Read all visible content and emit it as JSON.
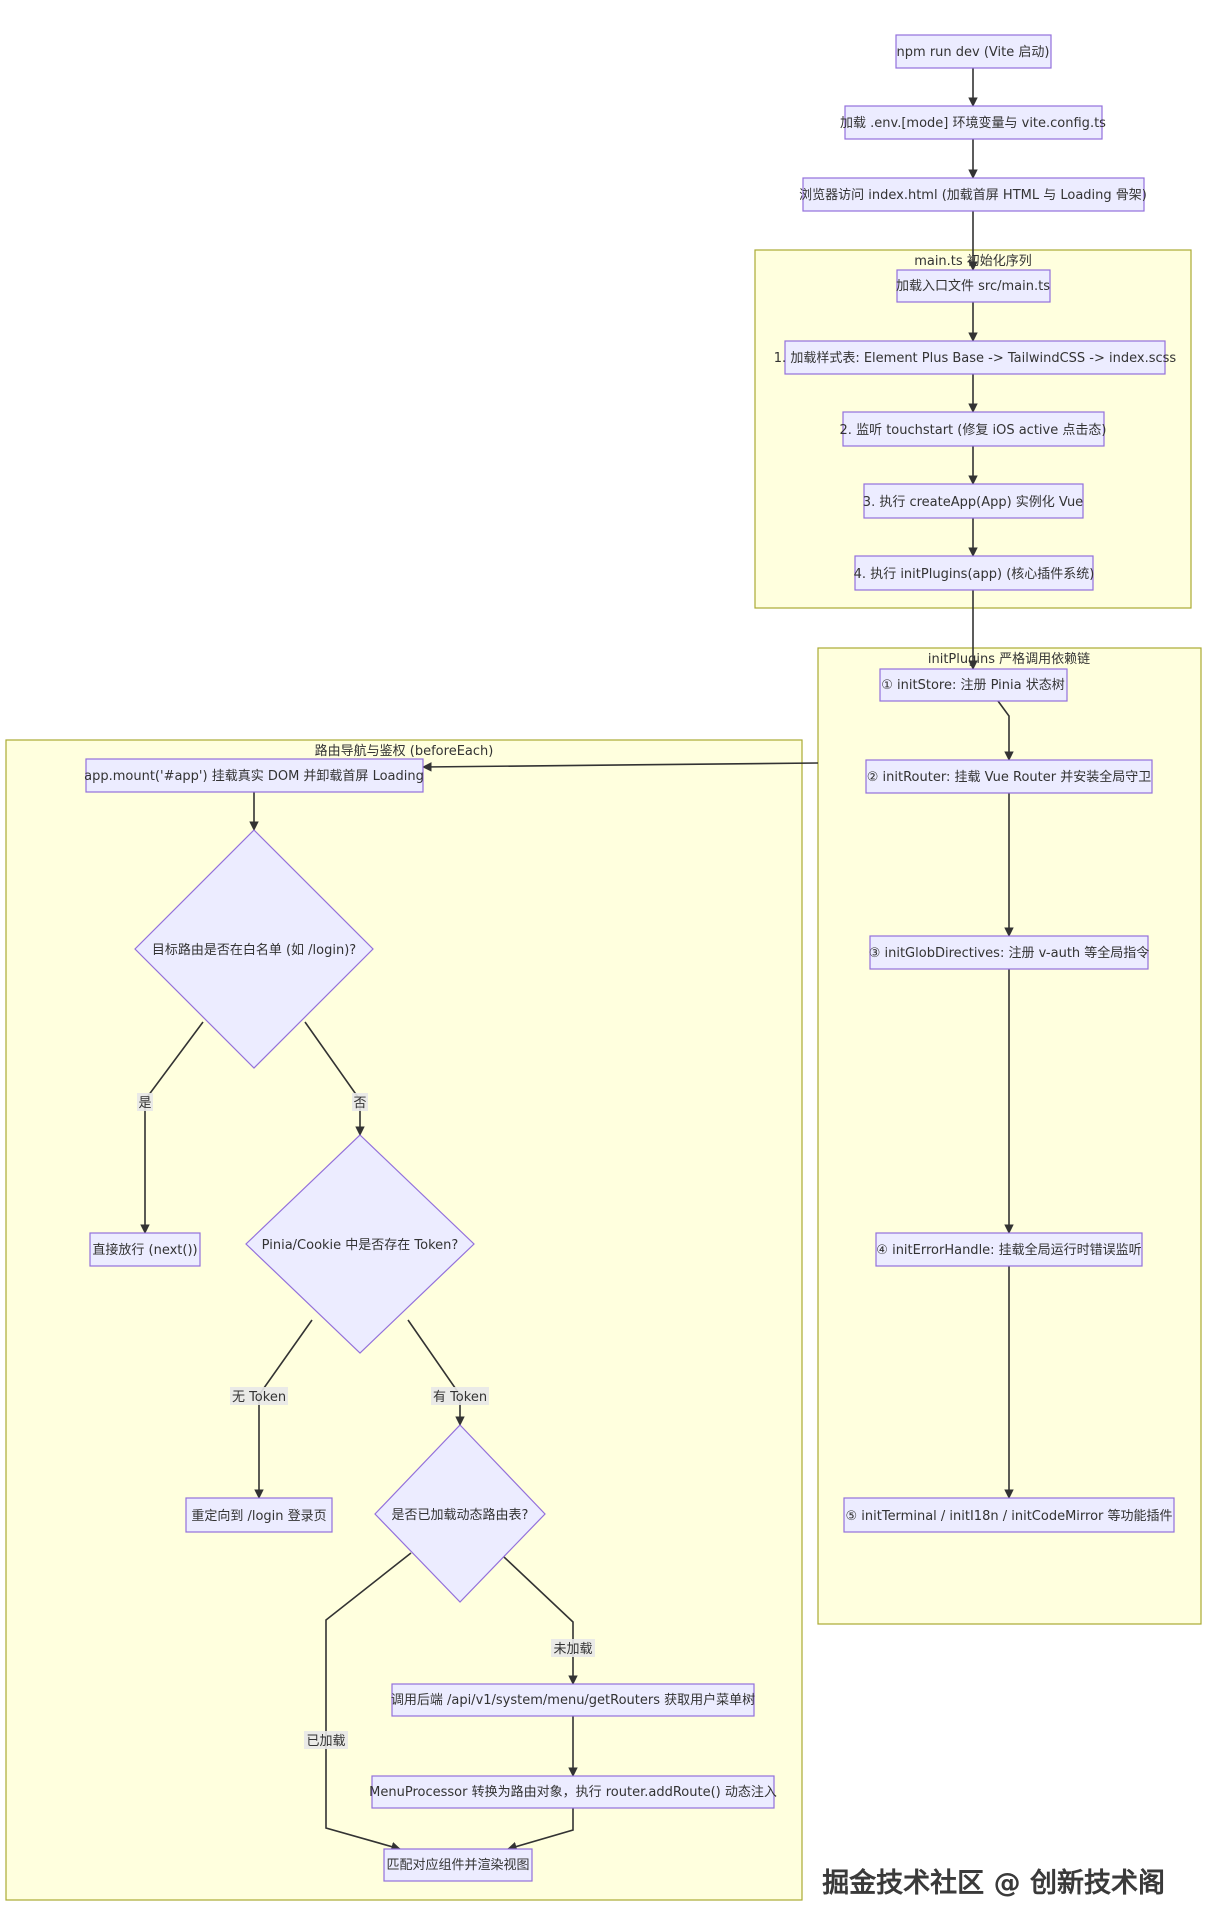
{
  "nodes": {
    "npm_run": "npm run dev (Vite 启动)",
    "load_env": "加载 .env.[mode] 环境变量与 vite.config.ts",
    "browser_visit": "浏览器访问 index.html (加载首屏 HTML 与 Loading 骨架)",
    "load_entry": "加载入口文件 src/main.ts",
    "step1": "1. 加载样式表: Element Plus Base -> TailwindCSS -> index.scss",
    "step2": "2. 监听 touchstart (修复 iOS active 点击态)",
    "step3": "3. 执行 createApp(App) 实例化 Vue",
    "step4": "4. 执行 initPlugins(app) (核心插件系统)",
    "init_store": "① initStore: 注册 Pinia 状态树",
    "init_router": "② initRouter: 挂载 Vue Router 并安装全局守卫",
    "init_directives": "③ initGlobDirectives: 注册 v-auth 等全局指令",
    "init_error": "④ initErrorHandle: 挂载全局运行时错误监听",
    "init_terminal": "⑤ initTerminal / initI18n / initCodeMirror 等功能插件",
    "app_mount": "app.mount('#app') 挂载真实 DOM 并卸载首屏 Loading",
    "whitelist_q": "目标路由是否在白名单 (如 /login)?",
    "next_pass": "直接放行 (next())",
    "token_q": "Pinia/Cookie 中是否存在 Token?",
    "redirect_login": "重定向到 /login 登录页",
    "dynamic_q": "是否已加载动态路由表?",
    "fetch_routes": "调用后端 /api/v1/system/menu/getRouters 获取用户菜单树",
    "menu_processor": "MenuProcessor 转换为路由对象，执行 router.addRoute() 动态注入",
    "match_render": "匹配对应组件并渲染视图"
  },
  "clusters": {
    "main_ts": "main.ts 初始化序列",
    "init_plugins": "initPlugins 严格调用依赖链",
    "router_guard": "路由导航与鉴权 (beforeEach)"
  },
  "edge_labels": {
    "yes": "是",
    "no": "否",
    "no_token": "无 Token",
    "has_token": "有 Token",
    "not_loaded": "未加载",
    "loaded": "已加载"
  },
  "watermark": "掘金技术社区 @ 创新技术阁",
  "colors": {
    "node_fill": "#ececff",
    "node_stroke": "#9370db",
    "cluster_fill": "#ffffde",
    "cluster_stroke": "#aaaa33",
    "edge": "#333333"
  }
}
